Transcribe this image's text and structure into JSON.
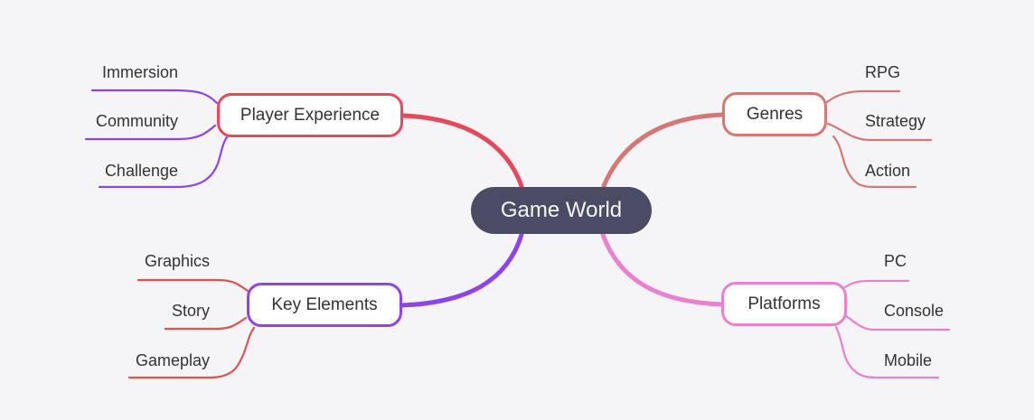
{
  "background": "#f5f4f6",
  "label_text_color": "#333333",
  "root": {
    "label": "Game World",
    "fill": "#4a4c63",
    "text_color": "#f5f5f5"
  },
  "branches": [
    {
      "label": "Player Experience",
      "color": "#e5495c",
      "child_line_color": "#8e44e9",
      "children": [
        "Immersion",
        "Community",
        "Challenge"
      ]
    },
    {
      "label": "Genres",
      "color": "#d47876",
      "child_line_color": "#d47876",
      "children": [
        "RPG",
        "Strategy",
        "Action"
      ]
    },
    {
      "label": "Key Elements",
      "color": "#8e44e9",
      "child_line_color": "#dd5454",
      "children": [
        "Graphics",
        "Story",
        "Gameplay"
      ]
    },
    {
      "label": "Platforms",
      "color": "#e980d0",
      "child_line_color": "#e980d0",
      "children": [
        "PC",
        "Console",
        "Mobile"
      ]
    }
  ]
}
